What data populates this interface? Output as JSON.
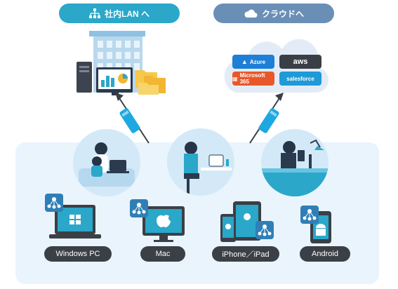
{
  "header": {
    "lan_label": "社内LAN へ",
    "cloud_label": "クラウドへ"
  },
  "cloud_services": {
    "azure": "Azure",
    "aws": "aws",
    "microsoft365": "Microsoft 365",
    "salesforce": "salesforce"
  },
  "devices": [
    {
      "label": "Windows PC"
    },
    {
      "label": "Mac"
    },
    {
      "label": "iPhone／iPad"
    },
    {
      "label": "Android"
    }
  ],
  "colors": {
    "lan_accent": "#2aa7c9",
    "cloud_accent": "#6a8fb6",
    "panel_bg": "#e9f4fd",
    "label_bg": "#3b3f46",
    "connector": "#1ea8e0"
  }
}
